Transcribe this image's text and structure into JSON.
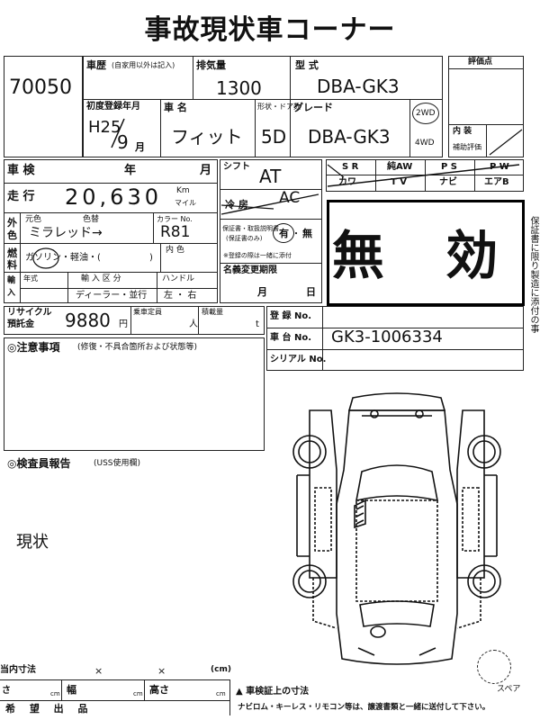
{
  "title": "事故現状車コーナー",
  "lot_number": "70050",
  "vehicle_history": {
    "label": "車歴",
    "note": "(自家用以外は記入)"
  },
  "displacement": {
    "label": "排気量",
    "value": "1300"
  },
  "model": {
    "label": "型 式",
    "value": "DBA-GK3"
  },
  "rating": {
    "label": "評価点"
  },
  "interior": {
    "label": "内 装",
    "sub": "補助評価"
  },
  "first_registration": {
    "label": "初度登録年月",
    "value_year": "H25",
    "value_month": "9",
    "month_unit": "月"
  },
  "car_name": {
    "label": "車 名",
    "value": "フィット"
  },
  "doors": {
    "label": "形状・ドア数",
    "value": "5D"
  },
  "grade": {
    "label": "グレード",
    "value": "DBA-GK3"
  },
  "drive": {
    "option_2wd": "2WD",
    "option_4wd": "4WD"
  },
  "inspection": {
    "label": "車 検",
    "year": "年",
    "month": "月"
  },
  "mileage": {
    "label": "走 行",
    "value": "20,630",
    "unit_km": "Km",
    "unit_mile": "マイル"
  },
  "color": {
    "label_top": "外",
    "label_bottom": "色",
    "original_label": "元色",
    "changed_label": "色替",
    "value": "ミラレッド→",
    "code_label": "カラー No.",
    "code_value": "R81",
    "interior_label": "内 色"
  },
  "fuel": {
    "label_top": "燃",
    "label_bottom": "料",
    "value": "ガソリン・軽油・(",
    "close": ")"
  },
  "import": {
    "label_top": "輸",
    "label_bottom": "入",
    "year_label": "年式",
    "category_label": "輸 入 区 分",
    "category_value": "ディーラー・並行",
    "handle_label": "ハンドル",
    "handle_value": "左 ・ 右"
  },
  "shift": {
    "label": "シフト",
    "value": "AT"
  },
  "cooler": {
    "label": "冷 房",
    "value": "AC"
  },
  "warranty": {
    "label_line1": "保証書・取扱説明書",
    "label_line2": "(保証書のみ)",
    "value_yes": "有",
    "value_no": "無"
  },
  "warranty_note": "※登録の際は一緒に添付",
  "equipment": {
    "row1": [
      "S R",
      "純AW",
      "P S",
      "P W"
    ],
    "row2": [
      "カワ",
      "T V",
      "ナビ",
      "エアB"
    ]
  },
  "void_stamp": "無 効",
  "side_note": "保証書に限り製造に添付の事",
  "recycle": {
    "label_line1": "リサイクル",
    "label_line2": "預託金",
    "value": "9880",
    "unit": "円"
  },
  "capacity": {
    "label": "乗車定員",
    "unit": "人"
  },
  "load": {
    "label": "積載量",
    "unit": "t"
  },
  "name_change": {
    "label": "名義変更期限",
    "month": "月",
    "day": "日"
  },
  "registration_no": {
    "label": "登 録 No."
  },
  "chassis_no": {
    "label": "車 台 No.",
    "value": "GK3-1006334"
  },
  "serial_no": {
    "label": "シリアル No."
  },
  "remarks": {
    "label": "◎注意事項",
    "note": "(修復・不具合箇所および状態等)"
  },
  "inspector_report": {
    "label": "◎検査員報告",
    "note": "(USS使用欄)",
    "value": "現状"
  },
  "dimensions": {
    "inner_label": "当内寸法",
    "times": "×",
    "unit_cm": "(cm)"
  },
  "bottom_row": {
    "length": "さ",
    "width": "幅",
    "height": "高さ",
    "unit": "cm"
  },
  "bottom_row2": "希 望 出 品",
  "vehicle_cert": "▲ 車検証上の寸法",
  "footer_note": "ナビロム・キーレス・リモコン等は、譲渡書類と一緒に送付して下さい。",
  "spare": "スペア"
}
